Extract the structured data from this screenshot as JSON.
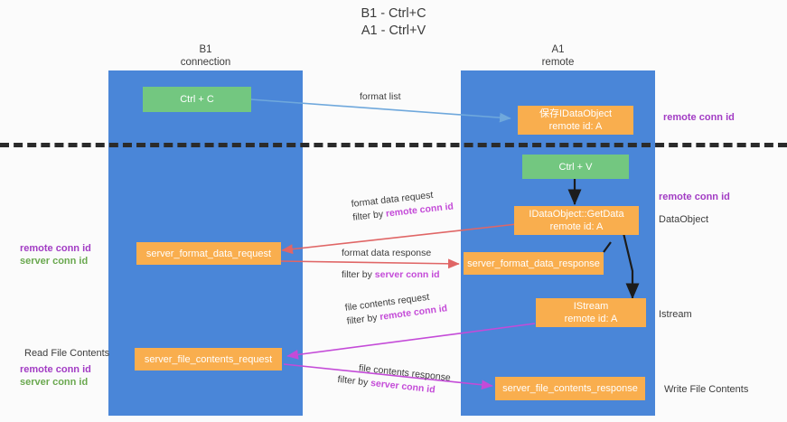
{
  "title": {
    "line1": "B1 - Ctrl+C",
    "line2": "A1 - Ctrl+V"
  },
  "lanes": [
    {
      "id": "b1",
      "name": "B1",
      "subtitle": "connection",
      "color": "#4a86d8"
    },
    {
      "id": "a1",
      "name": "A1",
      "subtitle": "remote",
      "color": "#4a86d8"
    }
  ],
  "colors": {
    "lane": "#4a86d8",
    "green_box": "#73c780",
    "orange_box": "#f9ae4e",
    "remote_conn_id": "#a23cc4",
    "server_conn_id": "#6aa84f",
    "arrow_blue": "#6fa8dc",
    "arrow_red": "#e06666",
    "arrow_magenta": "#c44bd8",
    "arrow_black": "#1c1c1c",
    "divider": "#2b2b2b"
  },
  "boxes": {
    "ctrl_c": {
      "line1": "Ctrl + C",
      "line2": ""
    },
    "save_dataobject": {
      "line1": "保存IDataObject",
      "line2": "remote id: A"
    },
    "ctrl_v": {
      "line1": "Ctrl + V",
      "line2": ""
    },
    "getdata": {
      "line1": "IDataObject::GetData",
      "line2": "remote id: A"
    },
    "server_format_data_request": {
      "line1": "server_format_data_request",
      "line2": ""
    },
    "server_format_data_response": {
      "line1": "server_format_data_response",
      "line2": ""
    },
    "istream": {
      "line1": "IStream",
      "line2": "remote id: A"
    },
    "server_file_contents_request": {
      "line1": "server_file_contents_request",
      "line2": ""
    },
    "server_file_contents_response": {
      "line1": "server_file_contents_response",
      "line2": ""
    }
  },
  "edge_labels": {
    "format_list": "format list",
    "format_data_request": "format data request",
    "format_data_request_filter_prefix": "filter by ",
    "format_data_request_filter_value": "remote conn id",
    "format_data_response": "format data response",
    "format_data_response_filter_prefix": "filter by ",
    "format_data_response_filter_value": "server conn id",
    "file_contents_request": "file contents request",
    "file_contents_request_filter_prefix": "filter by ",
    "file_contents_request_filter_value": "remote conn id",
    "file_contents_response": "file contents response",
    "file_contents_response_filter_prefix": "filter by ",
    "file_contents_response_filter_value": "server conn id"
  },
  "annotations": {
    "right_remote_conn_id_top": "remote conn id",
    "right_remote_conn_id_mid": "remote conn id",
    "right_dataobject": "DataObject",
    "right_istream": "Istream",
    "right_write_file_contents": "Write File Contents",
    "left_remote_conn_id_mid": "remote conn id",
    "left_server_conn_id_mid": "server conn id",
    "left_read_file_contents": "Read File Contents",
    "left_remote_conn_id_bottom": "remote conn id",
    "left_server_conn_id_bottom": "server conn id"
  }
}
